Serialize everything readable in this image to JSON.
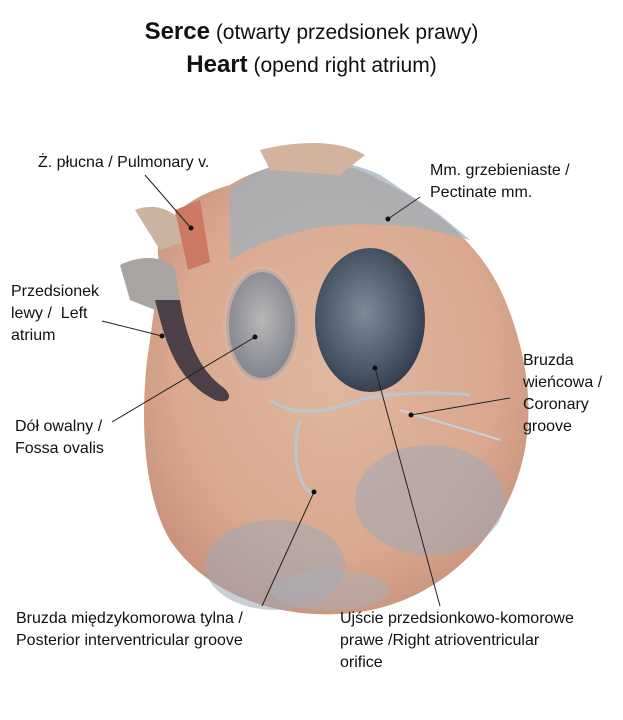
{
  "title": {
    "pl_bold": "Serce",
    "pl_rest": "(otwarty przedsionek prawy)",
    "en_bold": "Heart",
    "en_rest": "(opend right atrium)"
  },
  "labels": {
    "pulmonary_vein": "Ż. płucna / Pulmonary v.",
    "pectinate_1": "Mm. grzebieniaste /",
    "pectinate_2": "Pectinate mm.",
    "left_atrium_1": "Przedsionek",
    "left_atrium_2": "lewy /  Left",
    "left_atrium_3": "atrium",
    "fossa_1": "Dół owalny /",
    "fossa_2": "Fossa ovalis",
    "coronary_1": "Bruzda",
    "coronary_2": "wieńcowa /",
    "coronary_3": "Coronary",
    "coronary_4": "groove",
    "posterior_1": "Bruzda międzykomorowa tylna /",
    "posterior_2": "Posterior interventricular groove",
    "av_1": "Ujście przedsionkowo-komorowe",
    "av_2": "prawe /Right atrioventricular",
    "av_3": "orifice"
  }
}
